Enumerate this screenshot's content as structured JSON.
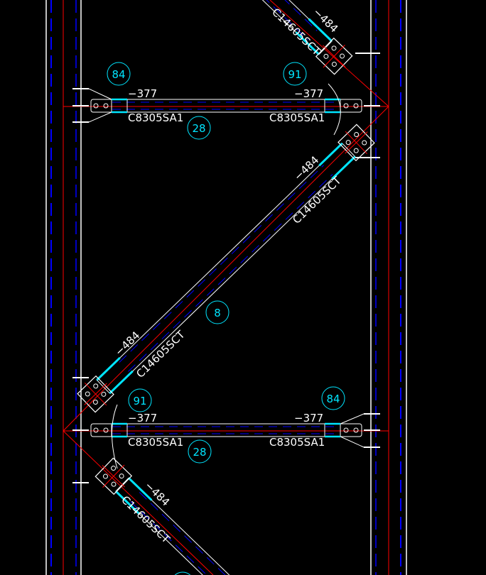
{
  "colors": {
    "background": "#000000",
    "steel": "#ffffff",
    "centerline": "#ff0000",
    "hidden": "#0000ff",
    "flange": "#00e5ff",
    "bubble": "#00e5ff"
  },
  "beams": {
    "top": {
      "left_mark": "84",
      "right_mark": "91",
      "left_offset": "−377",
      "right_offset": "−377",
      "left_section": "C8305SA1",
      "right_section": "C8305SA1",
      "member": "28"
    },
    "bottom": {
      "left_mark": "91",
      "right_mark": "84",
      "left_offset": "−377",
      "right_offset": "−377",
      "left_section": "C8305SA1",
      "right_section": "C8305SA1",
      "member": "28"
    }
  },
  "braces": {
    "top": {
      "offset": "−484",
      "section": "C14605SCT"
    },
    "middle": {
      "upper_offset": "−484",
      "upper_section": "C14605SCT",
      "lower_offset": "−484",
      "lower_section": "C14605SCT",
      "member": "8"
    },
    "bottom": {
      "offset": "−484",
      "section": "C14605SCT"
    }
  }
}
